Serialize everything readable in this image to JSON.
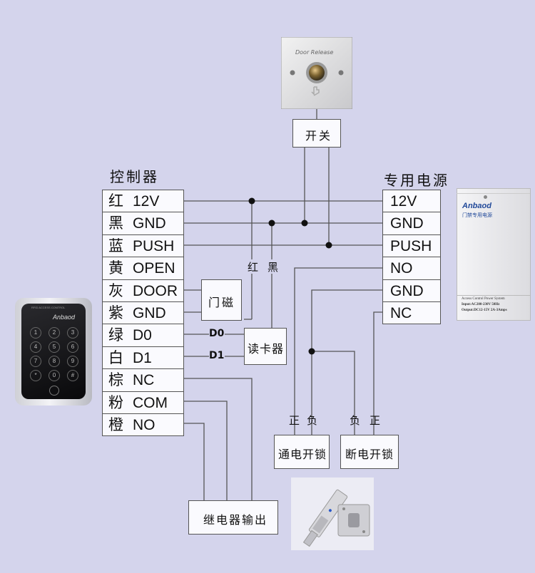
{
  "controller": {
    "title": "控制器",
    "rows": [
      {
        "cn": "红",
        "en": "12V"
      },
      {
        "cn": "黑",
        "en": "GND"
      },
      {
        "cn": "蓝",
        "en": "PUSH"
      },
      {
        "cn": "黄",
        "en": "OPEN"
      },
      {
        "cn": "灰",
        "en": "DOOR"
      },
      {
        "cn": "紫",
        "en": "GND"
      },
      {
        "cn": "绿",
        "en": "D0"
      },
      {
        "cn": "白",
        "en": "D1"
      },
      {
        "cn": "棕",
        "en": "NC"
      },
      {
        "cn": "粉",
        "en": "COM"
      },
      {
        "cn": "橙",
        "en": "NO"
      }
    ]
  },
  "power": {
    "title": "专用电源",
    "rows": [
      "12V",
      "GND",
      "PUSH",
      "NO",
      "GND",
      "NC"
    ],
    "device_brand": "Anbaod",
    "device_name": "门禁专用电源",
    "device_spec1": "Access Control Power System",
    "device_spec2": "Input:AC200-230V 50Hz",
    "device_spec3": "Output:DC12-15V 2A-3Amps"
  },
  "button": {
    "label": "开关",
    "plate_text": "Door Release"
  },
  "door_sensor": {
    "label": "门磁"
  },
  "card_reader": {
    "label": "读卡器",
    "red": "红",
    "black": "黑",
    "d0": "D0",
    "d1": "D1"
  },
  "lock_on": {
    "label": "通电开锁",
    "pos": "正",
    "neg": "负"
  },
  "lock_off": {
    "label": "断电开锁",
    "pos": "正",
    "neg": "负"
  },
  "relay": {
    "label": "继电器输出"
  },
  "keypad": {
    "brand": "Anbaod",
    "header": "RFID ACCESS CONTROL",
    "keys": [
      "1",
      "2",
      "3",
      "4",
      "5",
      "6",
      "7",
      "8",
      "9",
      "*",
      "0",
      "#"
    ]
  },
  "colors": {
    "line": "#555555",
    "background": "#d4d4ec",
    "dot": "#111111"
  }
}
